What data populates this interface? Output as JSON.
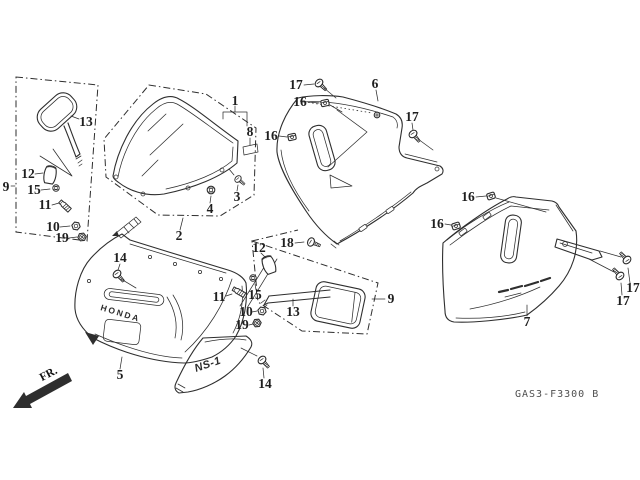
{
  "diagram": {
    "code": "GAS3-F3300 B",
    "fr_label": "FR.",
    "brand_decal": "HONDA",
    "model_decal": "NS-1",
    "colors": {
      "line": "#2e2e2e",
      "background": "#ffffff",
      "code_text": "#4f4f4f"
    }
  },
  "callouts": [
    {
      "id": "group-9-left",
      "label": "9"
    },
    {
      "id": "mirror-13-left",
      "label": "13"
    },
    {
      "id": "boot-12-left",
      "label": "12"
    },
    {
      "id": "nut-15-left",
      "label": "15"
    },
    {
      "id": "bolt-11-left",
      "label": "11"
    },
    {
      "id": "nut-10-left",
      "label": "10"
    },
    {
      "id": "nut-19-left",
      "label": "19"
    },
    {
      "id": "windscreen-set-1",
      "label": "1"
    },
    {
      "id": "sticker-8",
      "label": "8"
    },
    {
      "id": "screw-3",
      "label": "3"
    },
    {
      "id": "nut-4",
      "label": "4"
    },
    {
      "id": "windscreen-2",
      "label": "2"
    },
    {
      "id": "screw-17-upper-left",
      "label": "17"
    },
    {
      "id": "clip-16-upper-a",
      "label": "16"
    },
    {
      "id": "clip-16-upper-b",
      "label": "16"
    },
    {
      "id": "panel-6",
      "label": "6"
    },
    {
      "id": "screw-17-upper-right",
      "label": "17"
    },
    {
      "id": "screw-18",
      "label": "18"
    },
    {
      "id": "clip-16-lower-a",
      "label": "16"
    },
    {
      "id": "clip-16-lower-b",
      "label": "16"
    },
    {
      "id": "panel-7",
      "label": "7"
    },
    {
      "id": "screw-17-edge-upper",
      "label": "17"
    },
    {
      "id": "screw-17-edge-lower",
      "label": "17"
    },
    {
      "id": "screw-14-upper",
      "label": "14"
    },
    {
      "id": "cowl-5",
      "label": "5"
    },
    {
      "id": "screw-14-lower",
      "label": "14"
    },
    {
      "id": "boot-12-right",
      "label": "12"
    },
    {
      "id": "nut-15-right",
      "label": "15"
    },
    {
      "id": "bolt-11-right",
      "label": "11"
    },
    {
      "id": "nut-10-right",
      "label": "10"
    },
    {
      "id": "nut-19-right",
      "label": "19"
    },
    {
      "id": "mirror-13-right",
      "label": "13"
    },
    {
      "id": "group-9-right",
      "label": "9"
    }
  ]
}
